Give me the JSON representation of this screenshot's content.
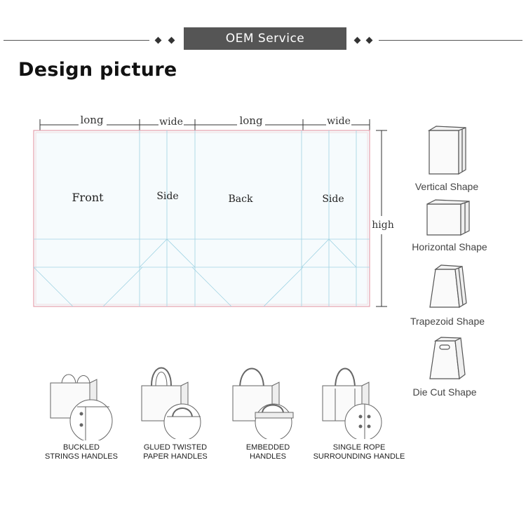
{
  "header": {
    "banner_label": "OEM Service",
    "section_title": "Design picture"
  },
  "dieline": {
    "dimension_labels": {
      "long_1": "long",
      "wide_1": "wide",
      "long_2": "long",
      "wide_2": "wide",
      "high": "high"
    },
    "panels": {
      "front": "Front",
      "side_1": "Side",
      "back": "Back",
      "side_2": "Side"
    }
  },
  "shapes": [
    {
      "label": "Vertical Shape",
      "icon": "vertical-bag-icon"
    },
    {
      "label": "Horizontal Shape",
      "icon": "horizontal-bag-icon"
    },
    {
      "label": "Trapezoid Shape",
      "icon": "trapezoid-bag-icon"
    },
    {
      "label": "Die Cut Shape",
      "icon": "die-cut-bag-icon"
    }
  ],
  "handles": [
    {
      "line1": "BUCKLED",
      "line2": "STRINGS HANDLES",
      "icon": "buckled-strings-handle-icon"
    },
    {
      "line1": "GLUED TWISTED",
      "line2": "PAPER HANDLES",
      "icon": "glued-twisted-handle-icon"
    },
    {
      "line1": "EMBEDDED",
      "line2": "HANDLES",
      "icon": "embedded-handle-icon"
    },
    {
      "line1": "SINGLE ROPE",
      "line2": "SURROUNDING HANDLE",
      "icon": "single-rope-handle-icon"
    }
  ],
  "colors": {
    "banner_bg": "#555555",
    "dieline_fill": "#f6fbfd",
    "dieline_border": "#e5a2ad",
    "fold_lines": "#9fd3e3"
  }
}
